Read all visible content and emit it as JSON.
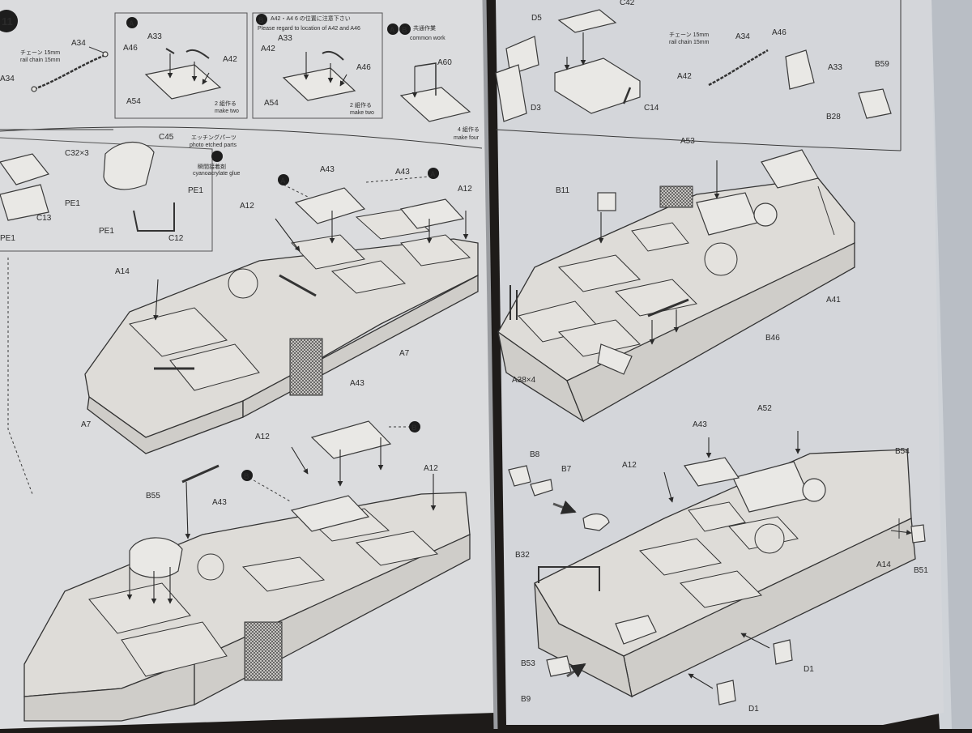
{
  "step_number": "11",
  "insets": {
    "rail_left": {
      "label": "A34",
      "label2": "A34",
      "note_jp": "チェーン 15mm",
      "note_en": "rail chain 15mm"
    },
    "box_a": {
      "badge": "A",
      "labels": [
        "A33",
        "A46",
        "A42",
        "A54"
      ],
      "note_jp": "2 組作る",
      "note_en": "make two"
    },
    "box_b": {
      "badge": "B",
      "jp": "A42・A4 6 の位置に注意下さい",
      "en": "Please regard to location of A42 and A46",
      "labels": [
        "A33",
        "A42",
        "A46",
        "A54"
      ],
      "note_jp": "2 組作る",
      "note_en": "make two"
    },
    "box_ab": {
      "badges": [
        "A",
        "B"
      ],
      "jp": "共通作業",
      "en": "common work",
      "label": "A60",
      "note_jp": "4 組作る",
      "note_en": "make four"
    },
    "top_right": {
      "labels": [
        "D5",
        "D3",
        "C42",
        "C14",
        "A34",
        "A46",
        "A33",
        "A42",
        "B28",
        "B59"
      ],
      "note_jp": "チェーン 15mm",
      "note_en": "rail chain 15mm"
    },
    "subassy": {
      "labels": [
        "C32×3",
        "C45",
        "C13",
        "PE1",
        "PE1",
        "PE1",
        "PE1",
        "C12"
      ],
      "pe_jp": "エッチングパーツ",
      "pe_en": "photo etched parts",
      "glue_jp": "瞬間接着剤",
      "glue_en": "cyanoacrylate glue"
    }
  },
  "left_page": {
    "labels_top": [
      "A43",
      "A43",
      "A12",
      "A12",
      "A14",
      "A7",
      "A7"
    ],
    "badges_top": [
      "A",
      "A"
    ],
    "labels_bottom": [
      "A43",
      "A12",
      "A12",
      "B55",
      "A43"
    ],
    "badges_bottom": [
      "B",
      "B"
    ]
  },
  "right_page": {
    "labels_top": [
      "A53",
      "B11",
      "A41",
      "B46",
      "A38×4"
    ],
    "labels_bottom": [
      "A52",
      "A43",
      "A12",
      "B54",
      "B8",
      "B7",
      "B32",
      "A14",
      "B51",
      "B53",
      "B9",
      "D1",
      "D1"
    ]
  }
}
